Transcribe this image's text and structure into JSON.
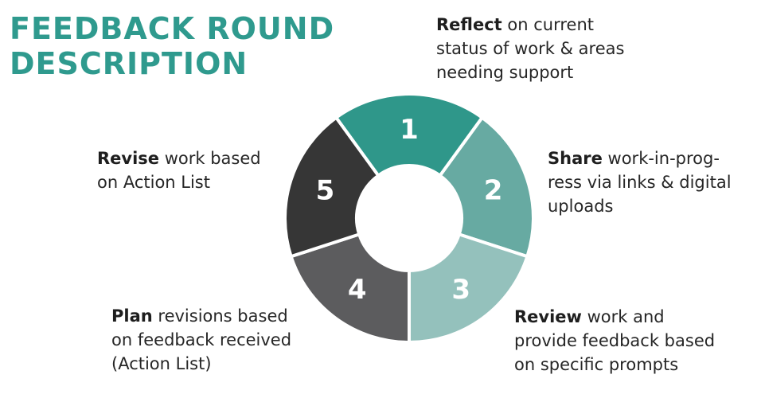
{
  "title": {
    "line1": "FEEDBACK ROUND",
    "line2": "DESCRIPTION"
  },
  "steps": [
    {
      "number": "1",
      "keyword": "Reflect",
      "lines": [
        " on current",
        "status of work & areas",
        "needing support"
      ],
      "color": "#2f978a"
    },
    {
      "number": "2",
      "keyword": "Share",
      "lines": [
        " work-in-prog-",
        "ress via links & digital",
        "uploads"
      ],
      "color": "#67aaa2"
    },
    {
      "number": "3",
      "keyword": "Review",
      "lines": [
        " work and",
        "provide feedback based",
        "on specific prompts"
      ],
      "color": "#94c1bc"
    },
    {
      "number": "4",
      "keyword": "Plan",
      "lines": [
        " revisions based",
        "on feedback received",
        "(Action List)"
      ],
      "color": "#5c5c5e"
    },
    {
      "number": "5",
      "keyword": "Revise",
      "lines": [
        " work based",
        "on Action List"
      ],
      "color": "#363636"
    }
  ]
}
